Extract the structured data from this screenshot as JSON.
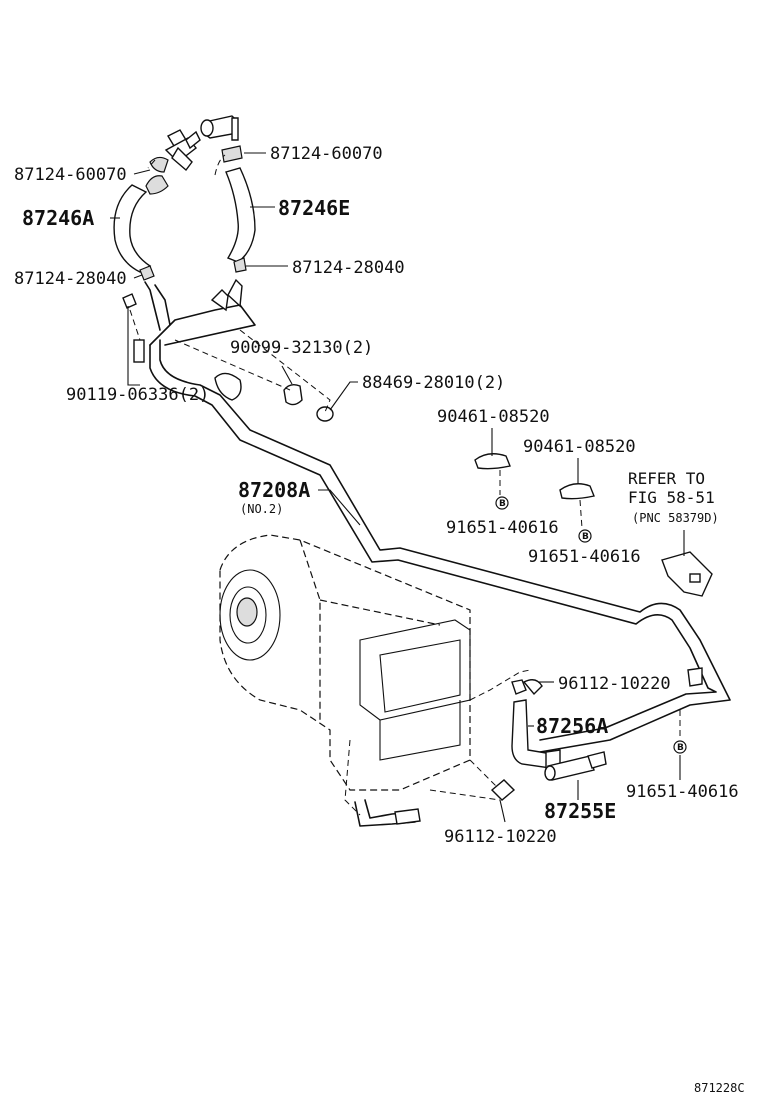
{
  "labels": {
    "p87124_60070_right": "87124-60070",
    "p87124_60070_left": "87124-60070",
    "p87246A": "87246A",
    "p87246E": "87246E",
    "p87124_28040_left": "87124-28040",
    "p87124_28040_right": "87124-28040",
    "p90099_32130": "90099-32130(2)",
    "p90119_06336": "90119-06336(2)",
    "p88469_28010": "88469-28010(2)",
    "p90461_08520_a": "90461-08520",
    "p90461_08520_b": "90461-08520",
    "p87208A": "87208A",
    "p87208A_sub": "(NO.2)",
    "p91651_40616_a": "91651-40616",
    "p91651_40616_b": "91651-40616",
    "p91651_40616_c": "91651-40616",
    "refer_line1": "REFER TO",
    "refer_line2": "FIG 58-51",
    "refer_line3": "(PNC 58379D)",
    "p96112_10220_top": "96112-10220",
    "p96112_10220_bottom": "96112-10220",
    "p87256A": "87256A",
    "p87255E": "87255E",
    "bolt_marker": "B",
    "figure_id": "871228C"
  },
  "colors": {
    "line": "#111111",
    "background": "#ffffff"
  }
}
